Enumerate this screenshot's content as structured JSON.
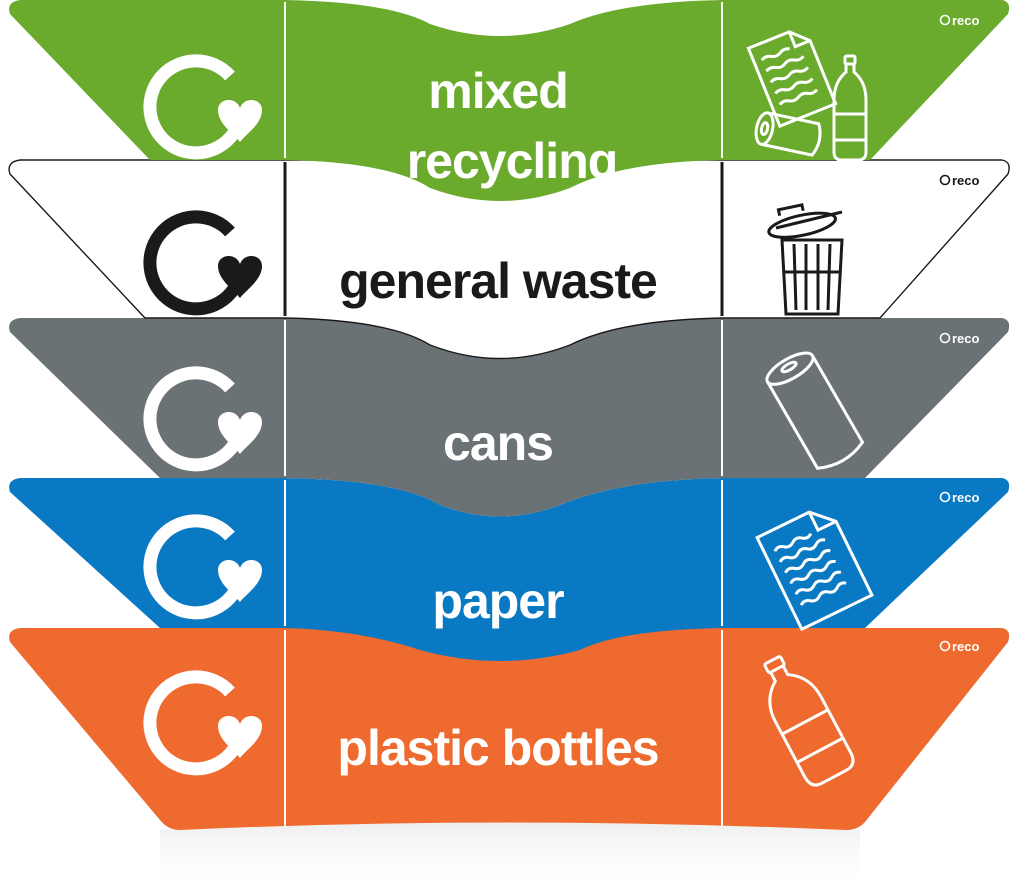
{
  "brand": "reco",
  "labels": [
    {
      "id": "mixed-recycling",
      "lines": [
        "mixed",
        "recycling"
      ],
      "bg": "#6aab2e",
      "fg": "#ffffff",
      "icon": "paper-cans-bottle-icon"
    },
    {
      "id": "general-waste",
      "lines": [
        "general waste"
      ],
      "bg": "#ffffff",
      "fg": "#1a1a1a",
      "icon": "trash-can-icon"
    },
    {
      "id": "cans",
      "lines": [
        "cans"
      ],
      "bg": "#6b7275",
      "fg": "#ffffff",
      "icon": "drink-can-icon"
    },
    {
      "id": "paper",
      "lines": [
        "paper"
      ],
      "bg": "#0a79c4",
      "fg": "#ffffff",
      "icon": "paper-sheets-icon"
    },
    {
      "id": "plastic-bottles",
      "lines": [
        "plastic bottles"
      ],
      "bg": "#ee6a2e",
      "fg": "#ffffff",
      "icon": "plastic-bottle-icon"
    }
  ]
}
